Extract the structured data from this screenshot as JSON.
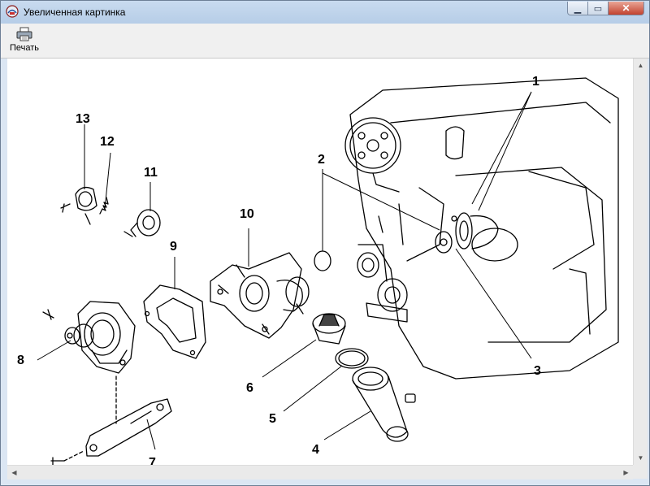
{
  "window": {
    "title": "Увеличенная картинка"
  },
  "toolbar": {
    "print_label": "Печать"
  },
  "diagram": {
    "callouts": [
      "1",
      "2",
      "3",
      "4",
      "5",
      "6",
      "7",
      "8",
      "9",
      "10",
      "11",
      "12",
      "13"
    ]
  },
  "colors": {
    "titlebar": "#c9dbef",
    "close": "#c2432f",
    "canvas": "#ffffff"
  }
}
